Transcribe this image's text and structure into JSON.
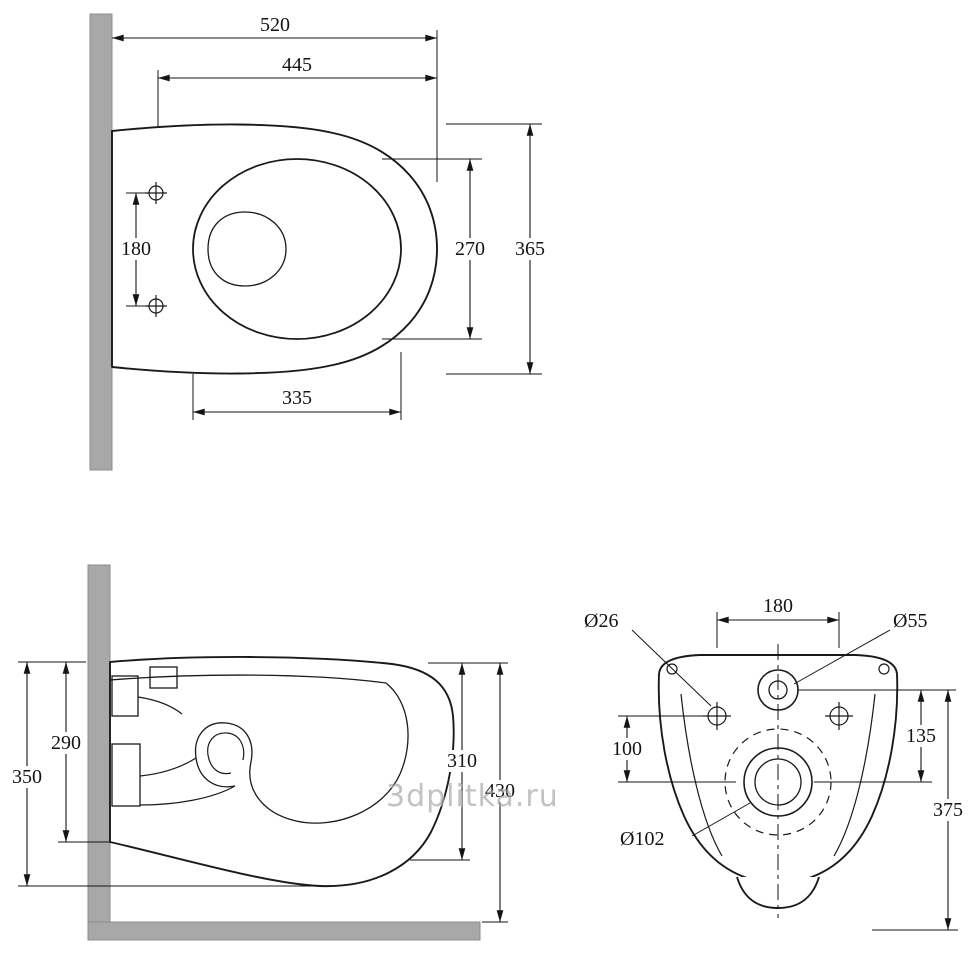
{
  "watermark": "3dplitka.ru",
  "top_view": {
    "dim_520": "520",
    "dim_445": "445",
    "dim_180": "180",
    "dim_270": "270",
    "dim_365": "365",
    "dim_335": "335"
  },
  "side_view": {
    "dim_290": "290",
    "dim_350": "350",
    "dim_310": "310",
    "dim_430": "430"
  },
  "rear_view": {
    "dim_d26": "Ø26",
    "dim_180": "180",
    "dim_d55": "Ø55",
    "dim_100": "100",
    "dim_135": "135",
    "dim_d102": "Ø102",
    "dim_375": "375"
  }
}
